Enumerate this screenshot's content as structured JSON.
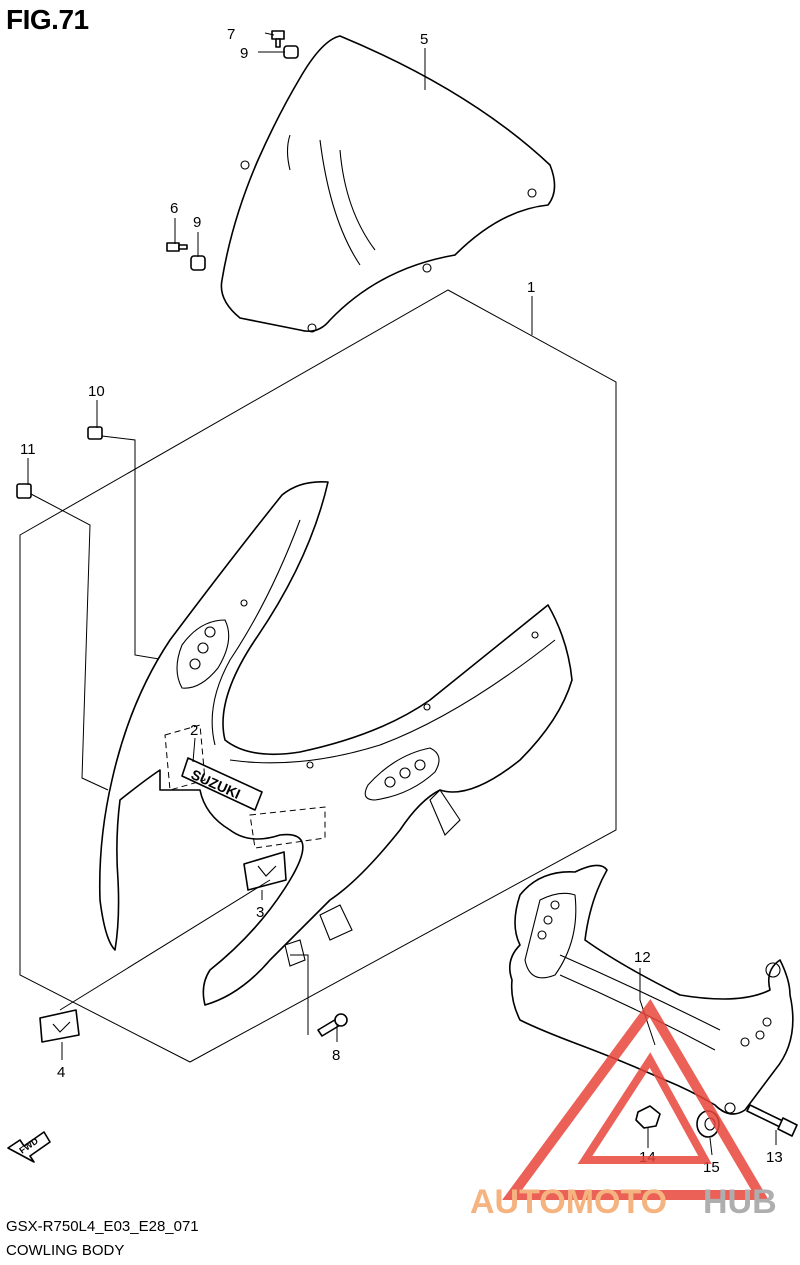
{
  "figure_title": "FIG.71",
  "model_code": "GSX-R750L4_E03_E28_071",
  "caption": "COWLING BODY",
  "logo_text": "SUZUKI",
  "fwd_label": "FWD",
  "watermark": {
    "part1": "AUTOMOTO",
    "part2": "HUB",
    "color1": "#f4a66b",
    "color2": "#a0a0a0",
    "triangle_color": "#e8463c"
  },
  "callouts": [
    {
      "id": "1",
      "label": "1"
    },
    {
      "id": "2",
      "label": "2"
    },
    {
      "id": "3",
      "label": "3"
    },
    {
      "id": "4",
      "label": "4"
    },
    {
      "id": "5",
      "label": "5"
    },
    {
      "id": "6",
      "label": "6"
    },
    {
      "id": "7",
      "label": "7"
    },
    {
      "id": "8",
      "label": "8"
    },
    {
      "id": "9a",
      "label": "9"
    },
    {
      "id": "9b",
      "label": "9"
    },
    {
      "id": "10",
      "label": "10"
    },
    {
      "id": "11",
      "label": "11"
    },
    {
      "id": "12",
      "label": "12"
    },
    {
      "id": "13",
      "label": "13"
    },
    {
      "id": "14",
      "label": "14"
    },
    {
      "id": "15",
      "label": "15"
    }
  ]
}
